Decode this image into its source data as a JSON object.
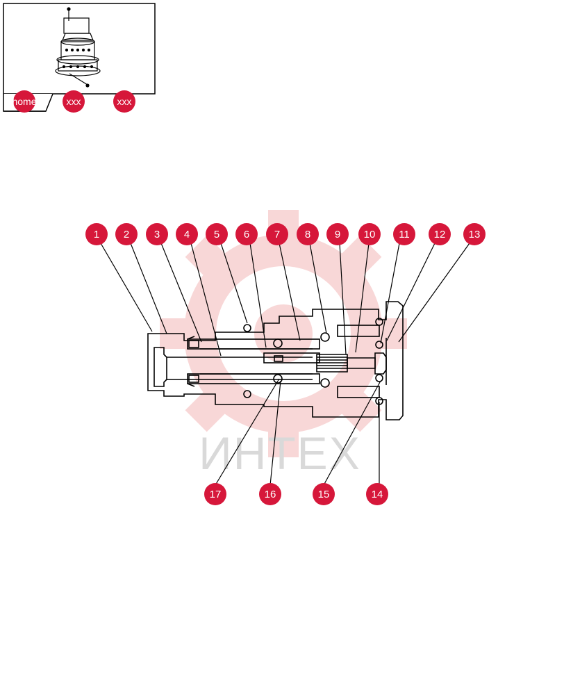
{
  "nav": {
    "home_label": "home",
    "crumb1_label": "xxx",
    "crumb2_label": "xxx"
  },
  "watermark": {
    "text": "ИНТЕХ"
  },
  "callouts": {
    "top": [
      "1",
      "2",
      "3",
      "4",
      "5",
      "6",
      "7",
      "8",
      "9",
      "10",
      "11",
      "12",
      "13"
    ],
    "bottom": [
      "17",
      "16",
      "15",
      "14"
    ]
  },
  "colors": {
    "badge": "#d6173a",
    "badge_text": "#ffffff",
    "line": "#000000",
    "watermark_gear": "#f3b8b8",
    "watermark_text": "#d9d9d9"
  },
  "icons": {
    "thumbnail": "swing-motor-assembly-thumbnail",
    "watermark": "gear-logo-watermark"
  }
}
